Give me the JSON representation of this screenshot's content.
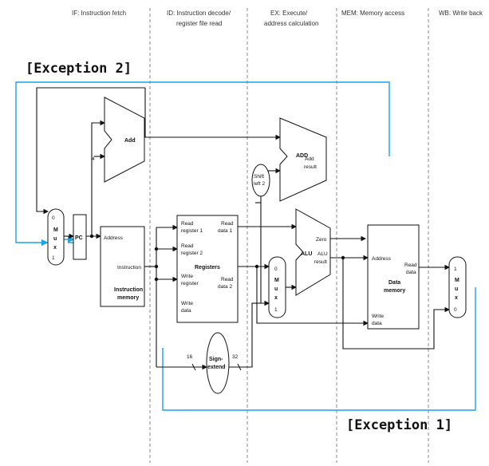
{
  "stages": {
    "if": "IF: Instruction fetch",
    "id_line1": "ID: Instruction decode/",
    "id_line2": "register file read",
    "ex_line1": "EX: Execute/",
    "ex_line2": "address calculation",
    "mem": "MEM: Memory access",
    "wb": "WB: Write back"
  },
  "exceptions": {
    "exception_2": "[Exception 2]",
    "exception_1": "[Exception 1]"
  },
  "components": {
    "pc": "PC",
    "add": "Add",
    "add_const": "4",
    "add_result_alu": "ADD",
    "add_result_label1": "Add",
    "add_result_label2": "result",
    "shift1": "Shift",
    "shift2": "left 2",
    "imem_address": "Address",
    "imem_instruction": "Instruction",
    "imem_title1": "Instruction",
    "imem_title2": "memory",
    "reg_read1_a": "Read",
    "reg_read1_b": "register 1",
    "reg_read2_a": "Read",
    "reg_read2_b": "register 2",
    "reg_write_a": "Write",
    "reg_write_b": "register",
    "reg_wdata_a": "Write",
    "reg_wdata_b": "data",
    "reg_data1_a": "Read",
    "reg_data1_b": "data 1",
    "reg_data2_a": "Read",
    "reg_data2_b": "data 2",
    "reg_title": "Registers",
    "alu": "ALU",
    "alu_zero": "Zero",
    "alu_result1": "ALU",
    "alu_result2": "result",
    "dmem_address": "Address",
    "dmem_read1": "Read",
    "dmem_read2": "data",
    "dmem_title1": "Data",
    "dmem_title2": "memory",
    "dmem_write1": "Write",
    "dmem_write2": "data",
    "sign1": "Sign-",
    "sign2": "extend",
    "bits16": "16",
    "bits32": "32",
    "mux_m": "M",
    "mux_u": "u",
    "mux_x": "x",
    "mux_0": "0",
    "mux_1": "1"
  },
  "colors": {
    "exception_path": "#1aa3e8",
    "wire": "#111111"
  }
}
